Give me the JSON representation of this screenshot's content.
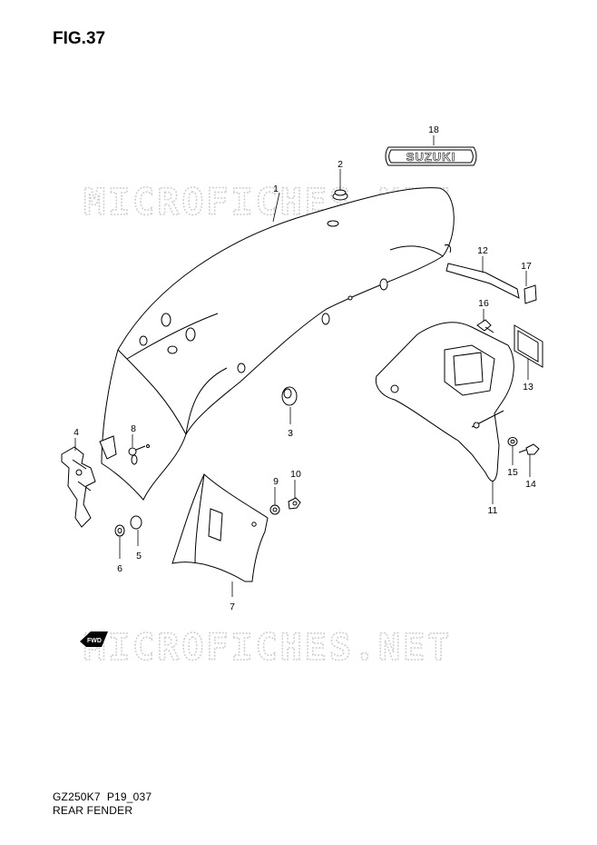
{
  "header": {
    "title": "FIG.37"
  },
  "footer": {
    "model_line": "GZ250K7  P19_037",
    "section": "REAR FENDER"
  },
  "watermark": {
    "text": "MICROFICHES.NET"
  },
  "badges": {
    "brand": "SUZUKI",
    "forward": "FWD"
  },
  "callouts": [
    {
      "id": "1",
      "label": "1"
    },
    {
      "id": "2",
      "label": "2"
    },
    {
      "id": "3",
      "label": "3"
    },
    {
      "id": "4",
      "label": "4"
    },
    {
      "id": "5",
      "label": "5"
    },
    {
      "id": "6",
      "label": "6"
    },
    {
      "id": "7",
      "label": "7"
    },
    {
      "id": "8",
      "label": "8"
    },
    {
      "id": "9",
      "label": "9"
    },
    {
      "id": "10",
      "label": "10"
    },
    {
      "id": "11",
      "label": "11"
    },
    {
      "id": "12",
      "label": "12"
    },
    {
      "id": "13",
      "label": "13"
    },
    {
      "id": "14",
      "label": "14"
    },
    {
      "id": "15",
      "label": "15"
    },
    {
      "id": "16",
      "label": "16"
    },
    {
      "id": "17",
      "label": "17"
    },
    {
      "id": "18",
      "label": "18"
    }
  ]
}
